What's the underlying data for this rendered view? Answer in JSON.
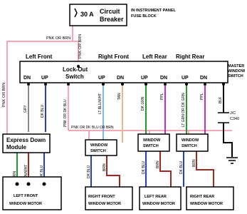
{
  "breaker": {
    "rating": "30 A",
    "title_line1": "Circuit",
    "title_line2": "Breaker",
    "note_line1": "IN INSTRUMENT PANEL",
    "note_line2": "FUSE BLOCK"
  },
  "master": {
    "title": "Lock-Out",
    "subtitle": "Switch",
    "label_line1": "MASTER",
    "label_line2": "WINDOW",
    "label_line3": "SWITCH"
  },
  "headers": {
    "left_front": "Left Front",
    "right_front": "Right Front",
    "left_rear": "Left Rear",
    "right_rear": "Right Rear"
  },
  "terminals": {
    "dn": "DN",
    "up": "UP"
  },
  "wires": {
    "pnk_or_brn": "PNK OR BRN",
    "gry": "GRY",
    "dk_blu": "DK BLU",
    "pnk_or_dk_blu": "PNK OR DK BLU",
    "lt_blu_wht": "LT BLU/WHT",
    "tan": "TAN",
    "dk_grn": "DK GRN",
    "ppl": "PPL",
    "lt_grn_or_dk_grn": "LT GRN OR DK GRN",
    "blk": "BLK",
    "pnk_or_dk_blu_or_brn": "PNK OR DK BLU OR BRN",
    "brn_wht": "BRN/WHT",
    "brn_or_grn": "BRN OR GRN",
    "brn": "BRN"
  },
  "connector": {
    "line1": "J/C",
    "line2": "C340"
  },
  "express": {
    "line1": "Express Down",
    "line2": "Module"
  },
  "window_switch": {
    "line1": "WINDOW",
    "line2": "SWITCH"
  },
  "motors": {
    "left_front": {
      "line1": "LEFT FRONT",
      "line2": "WINDOW MOTOR"
    },
    "right_front": {
      "line1": "RIGHT FRONT",
      "line2": "WINDOW MOTOR"
    },
    "left_rear": {
      "line1": "LEFT REAR",
      "line2": "WINDOW MOTOR"
    },
    "right_rear": {
      "line1": "RIGHT REAR",
      "line2": "WINDOW MOTOR"
    }
  },
  "colors": {
    "pink": "#f4a6b8",
    "blue": "#1d3fd6",
    "lightblue": "#7fb6e6",
    "tan": "#e6b98a",
    "green": "#1f9a2a",
    "purple": "#c030c0",
    "gray": "#8a8a8a",
    "brown": "#a0281e",
    "black": "#000000"
  }
}
